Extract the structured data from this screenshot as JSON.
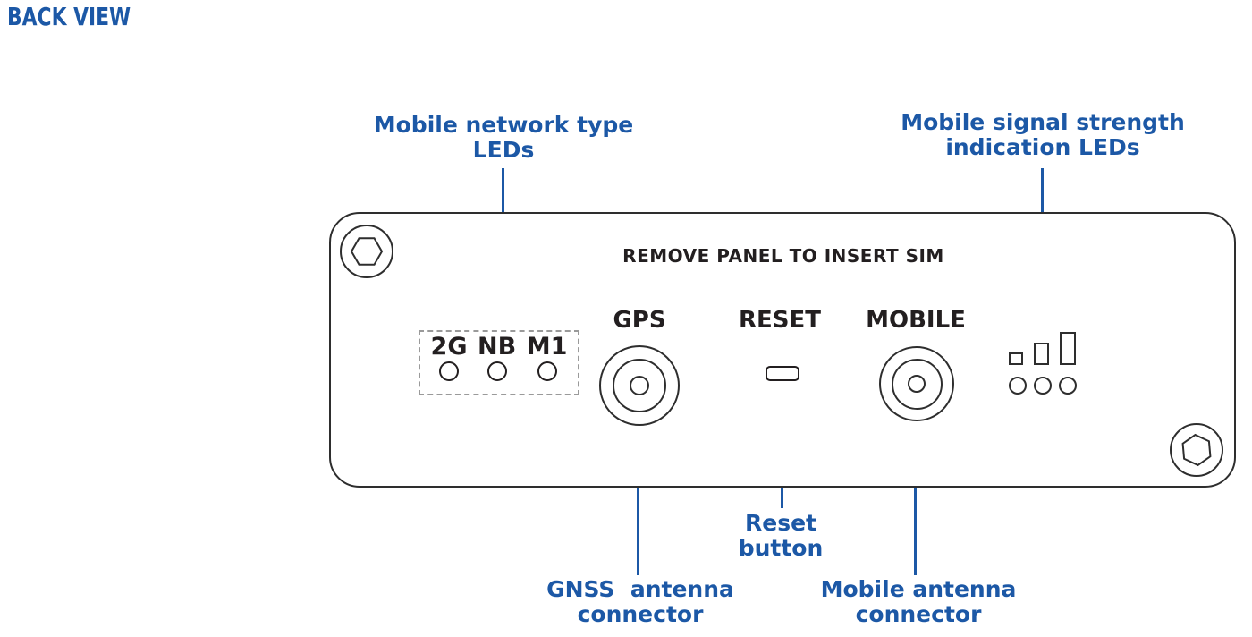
{
  "title": "BACK VIEW",
  "colors": {
    "accent_blue": "#1c58a6",
    "text_black": "#231f20",
    "panel_outline": "#2e2e2e",
    "dashed_box_gray": "#9a9a9a"
  },
  "callouts": {
    "network_type": {
      "line1": "Mobile network type",
      "line2": "LEDs"
    },
    "signal_strength": {
      "line1": "Mobile signal strength",
      "line2": "indication LEDs"
    },
    "reset": {
      "line1": "Reset",
      "line2": "button"
    },
    "gnss": {
      "line1": "GNSS  antenna",
      "line2": "connector"
    },
    "mobile_antenna": {
      "line1": "Mobile antenna",
      "line2": "connector"
    }
  },
  "panel": {
    "sim_notice": "REMOVE PANEL TO INSERT SIM",
    "gps_label": "GPS",
    "reset_label": "RESET",
    "mobile_label": "MOBILE",
    "network_leds": [
      "2G",
      "NB",
      "M1"
    ]
  }
}
